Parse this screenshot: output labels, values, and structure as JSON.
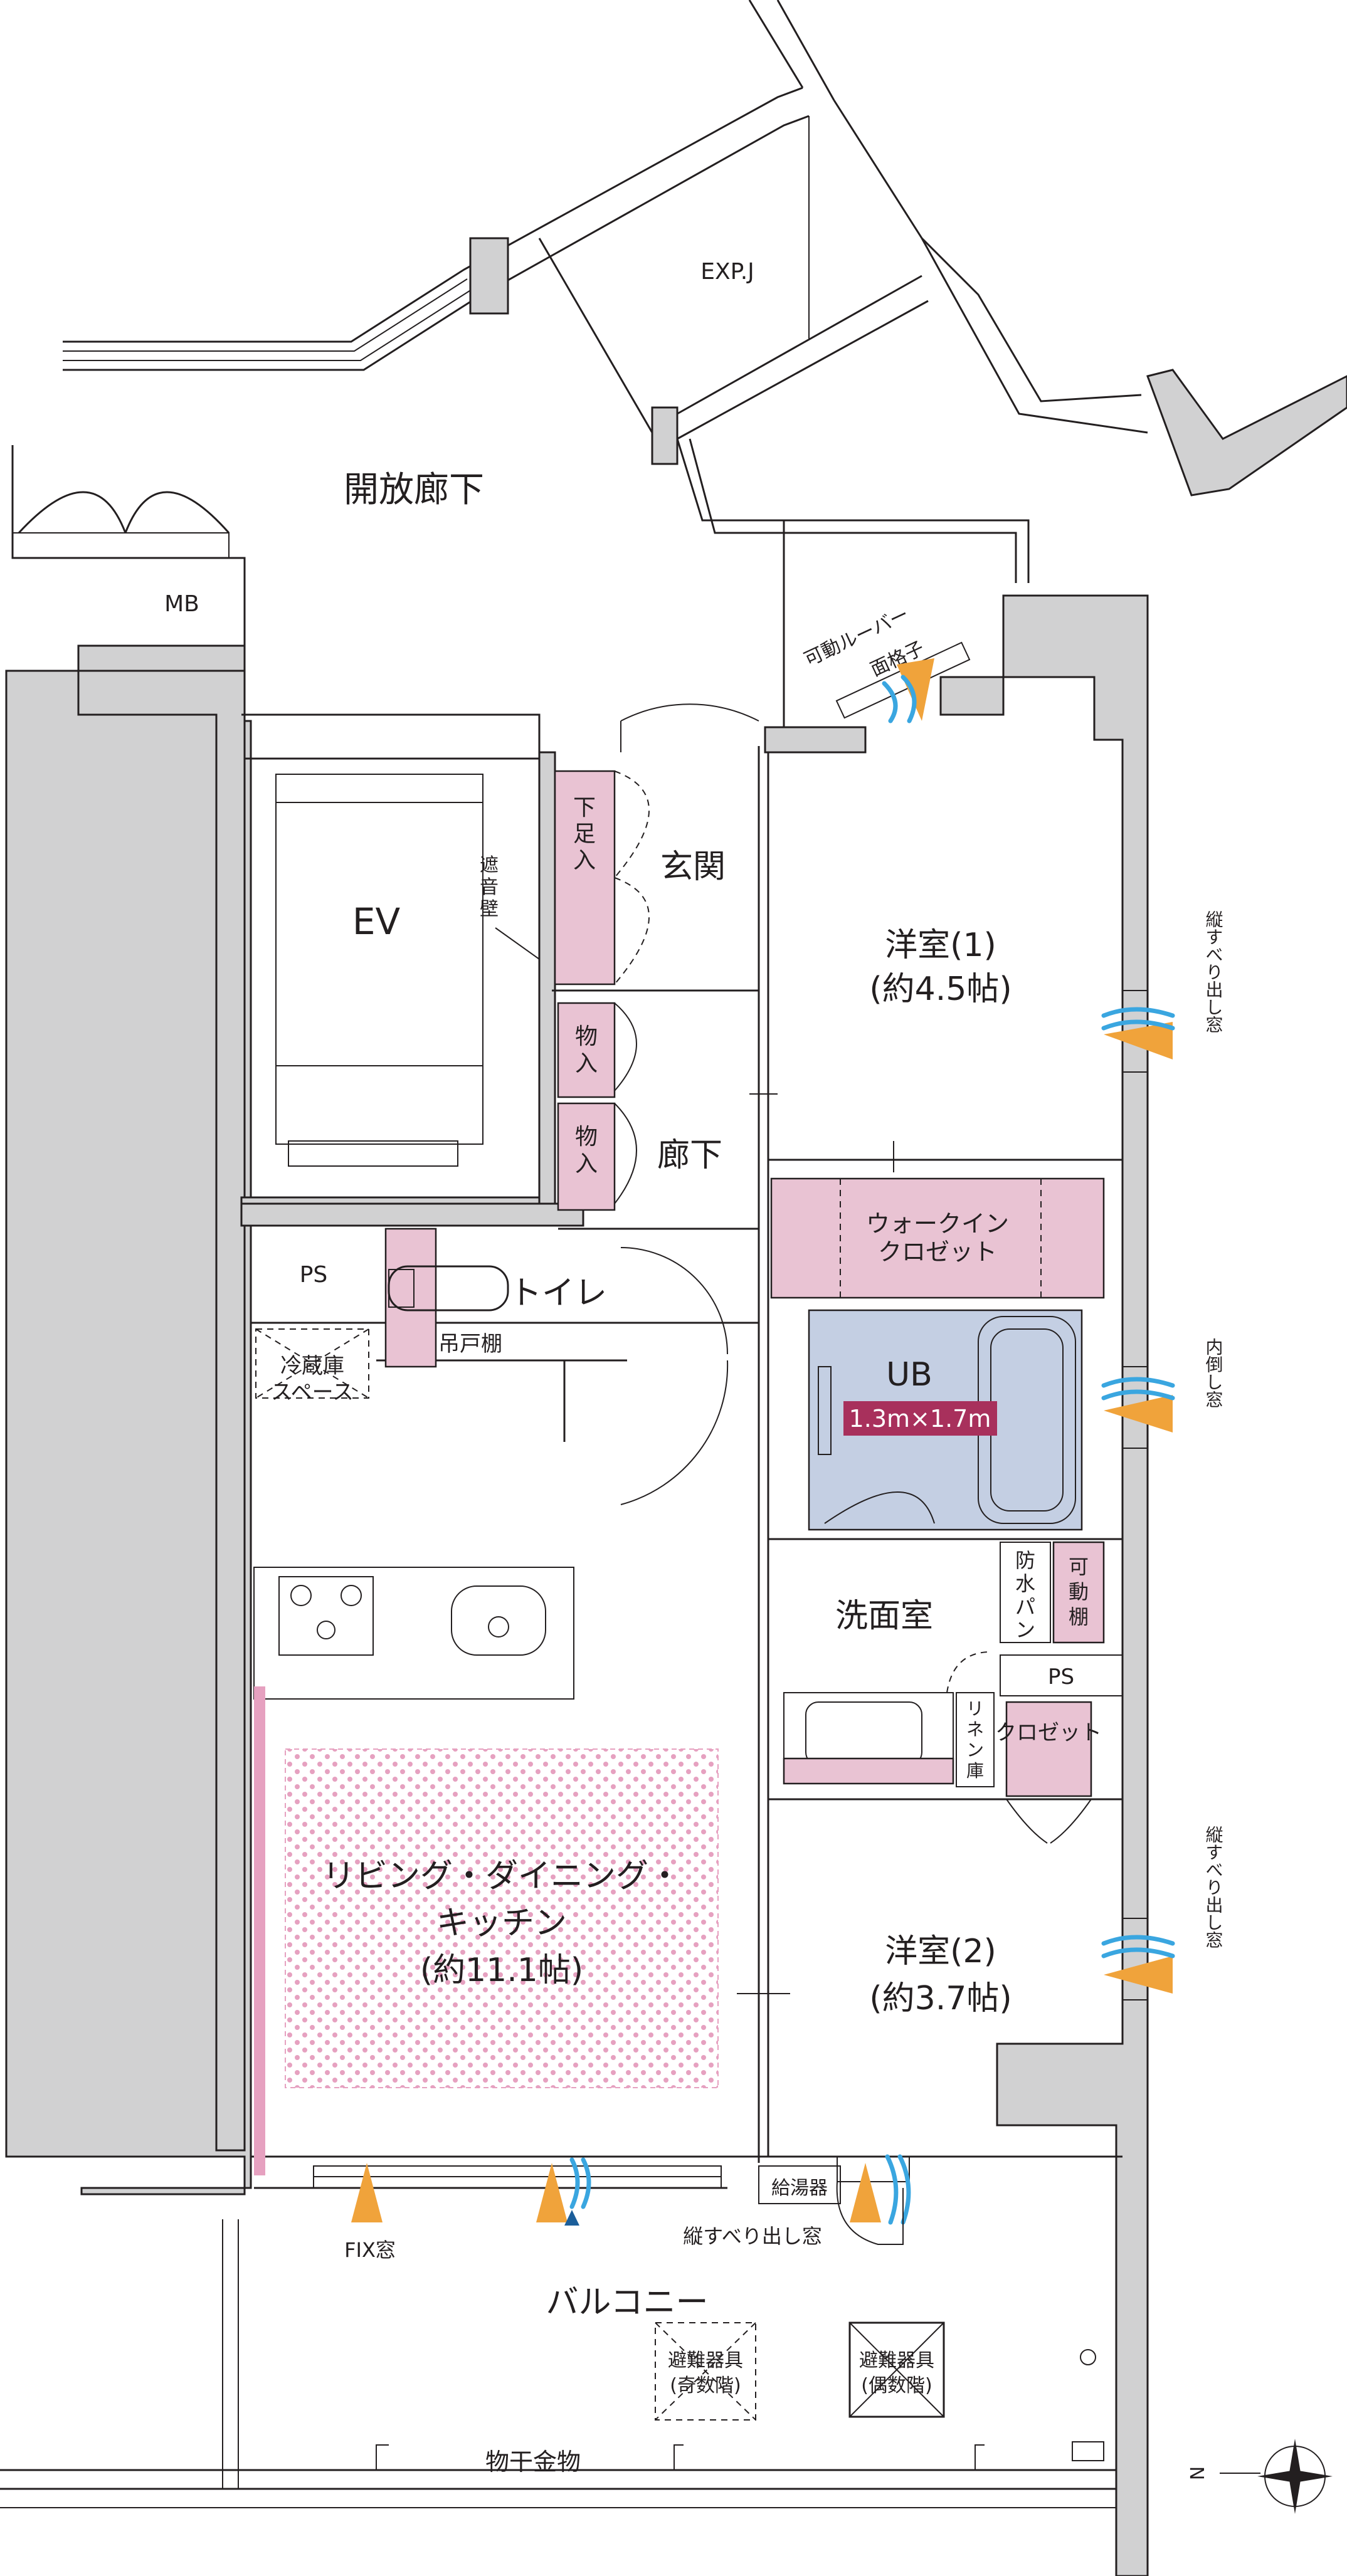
{
  "labels": {
    "expj": "EXP.J",
    "open_corridor": "開放廊下",
    "mb": "MB",
    "louver_1": "可動ルーバー",
    "louver_2": "面格子",
    "ev": "EV",
    "soundwall_1": "遮",
    "soundwall_2": "音",
    "soundwall_3": "壁",
    "shoebox_1": "下",
    "shoebox_2": "足",
    "shoebox_3": "入",
    "entrance": "玄関",
    "storage1_1": "物",
    "storage1_2": "入",
    "storage2_1": "物",
    "storage2_2": "入",
    "hallway": "廊下",
    "bedroom1_name": "洋室(1)",
    "bedroom1_size": "(約4.5帖)",
    "vertical_window_1": "縦すべり出し窓",
    "walkin_1": "ウォークイン",
    "walkin_2": "クロゼット",
    "ps_1": "PS",
    "toilet": "トイレ",
    "hanging_shelf": "吊戸棚",
    "fridge_1": "冷蔵庫",
    "fridge_2": "スペース",
    "ub": "UB",
    "ub_size": "1.3m×1.7m",
    "tilt_window": "内倒し窓",
    "washroom": "洗面室",
    "waterpan_1": "防",
    "waterpan_2": "水",
    "waterpan_3": "パ",
    "waterpan_4": "ン",
    "movable_shelf_1": "可",
    "movable_shelf_2": "動",
    "movable_shelf_3": "棚",
    "ps_2": "PS",
    "linen_1": "リ",
    "linen_2": "ネ",
    "linen_3": "ン",
    "linen_4": "庫",
    "closet": "クロゼット",
    "ldk_1": "リビング・ダイニング・",
    "ldk_2": "キッチン",
    "ldk_size": "(約11.1帖)",
    "bedroom2_name": "洋室(2)",
    "bedroom2_size": "(約3.7帖)",
    "vertical_window_2": "縦すべり出し窓",
    "fix_window": "FIX窓",
    "water_heater": "給湯器",
    "vertical_window_3": "縦すべり出し窓",
    "balcony": "バルコニー",
    "evac_odd_1": "避難器具",
    "evac_odd_2": "(奇数階)",
    "evac_even_1": "避難器具",
    "evac_even_2": "(偶数階)",
    "laundry_hanger": "物干金物",
    "north": "N"
  },
  "colors": {
    "wall": "#d1d1d2",
    "storage_pink": "#e9c3d3",
    "bath_blue": "#c4cfe3",
    "ub_badge": "#a8305c",
    "airflow_orange": "#f0a33b",
    "airflow_blue": "#3aa6e0",
    "ldk_dots": "#e6a1c0"
  }
}
